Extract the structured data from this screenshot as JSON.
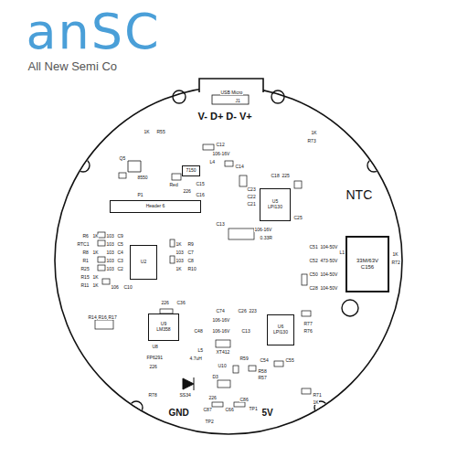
{
  "diagram": {
    "nodes": [
      {
        "text": [
          "7150"
        ]
      },
      {
        "text": [
          "U5",
          "LPI130"
        ]
      },
      {
        "text": [
          "Header 6"
        ]
      },
      {
        "text": [
          "33M/63V",
          "C156"
        ]
      },
      {
        "text": [
          "U2"
        ]
      },
      {
        "text": [
          "U9",
          "LM358"
        ]
      },
      {
        "text": [
          "U6",
          "LPI130"
        ]
      }
    ],
    "labels": [
      "anSC",
      "All New Semi Co",
      "USB Micro",
      "J1",
      "V- D+ D- V+",
      "1K",
      "R55",
      "1K",
      "R73",
      "C12",
      "106-16V",
      "L4",
      "C14",
      "Q5",
      "8550",
      "Red",
      "226",
      "C15",
      "C16",
      "P1",
      "C18",
      "225",
      "C23",
      "C22",
      "C21",
      "C13",
      "106-16V",
      "C25",
      "0.33R",
      "NTC",
      "L1",
      "C51",
      "104-50V",
      "C52",
      "473-50V",
      "C50",
      "104-50V",
      "C28",
      "104-50V",
      "1K",
      "R72",
      "R6",
      "1K",
      "103",
      "C9",
      "RTC1",
      "103",
      "C5",
      "R8",
      "1K",
      "103",
      "C4",
      "R1",
      "103",
      "C3",
      "R25",
      "103",
      "C2",
      "R15",
      "1K",
      "R11",
      "1K",
      "106",
      "C10",
      "1K",
      "R9",
      "103",
      "C7",
      "103",
      "C8",
      "1K",
      "R10",
      "226",
      "C36",
      "C74",
      "106-16V",
      "C26",
      "223",
      "U8",
      "R14",
      "R16",
      "R17",
      "C48",
      "106-16V",
      "C13",
      "XT412",
      "U10",
      "FP6291",
      "226",
      "L5",
      "4.7uH",
      "C54",
      "R59",
      "C55",
      "R58",
      "R57",
      "D3",
      "SS34",
      "R78",
      "226",
      "C86",
      "C87",
      "C66",
      "TP1",
      "GND",
      "TP2",
      "5V",
      "1K",
      "R71",
      "R77",
      "R76"
    ]
  }
}
